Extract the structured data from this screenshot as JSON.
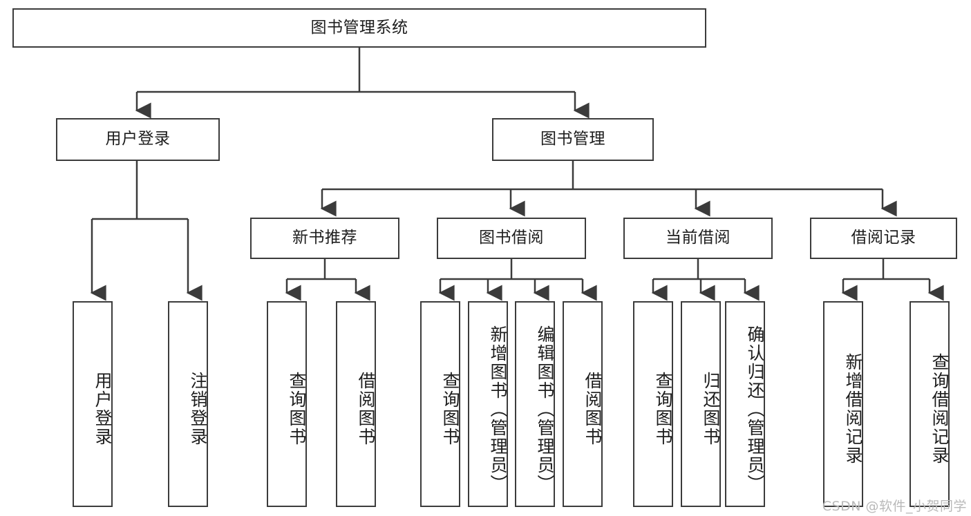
{
  "diagram": {
    "title": "图书管理系统",
    "type": "tree",
    "watermark": "CSDN @软件_小贺同学",
    "colors": {
      "border": "#3b3b3b",
      "fill": "#ffffff",
      "text": "#1d1d1d",
      "watermark": "#b9b9b9"
    },
    "levels": {
      "root": "图书管理系统",
      "level2": [
        "用户登录",
        "图书管理"
      ],
      "level3": [
        "新书推荐",
        "图书借阅",
        "当前借阅",
        "借阅记录"
      ]
    },
    "nodes": {
      "root": {
        "label": "图书管理系统"
      },
      "user_login": {
        "label": "用户登录"
      },
      "book_mgmt": {
        "label": "图书管理"
      },
      "new_book_rec": {
        "label": "新书推荐"
      },
      "book_borrow": {
        "label": "图书借阅"
      },
      "current_borrow": {
        "label": "当前借阅"
      },
      "borrow_record": {
        "label": "借阅记录"
      }
    },
    "leaves": {
      "user_login": [
        {
          "label": "用户登录"
        },
        {
          "label": "注销登录"
        }
      ],
      "new_book_rec": [
        {
          "label": "查询图书"
        },
        {
          "label": "借阅图书"
        }
      ],
      "book_borrow": [
        {
          "label": "查询图书"
        },
        {
          "label": "新增图书（管理员）"
        },
        {
          "label": "编辑图书（管理员）"
        },
        {
          "label": "借阅图书"
        }
      ],
      "current_borrow": [
        {
          "label": "查询图书"
        },
        {
          "label": "归还图书"
        },
        {
          "label": "确认归还（管理员）"
        }
      ],
      "borrow_record": [
        {
          "label": "新增借阅记录"
        },
        {
          "label": "查询借阅记录"
        }
      ]
    }
  }
}
